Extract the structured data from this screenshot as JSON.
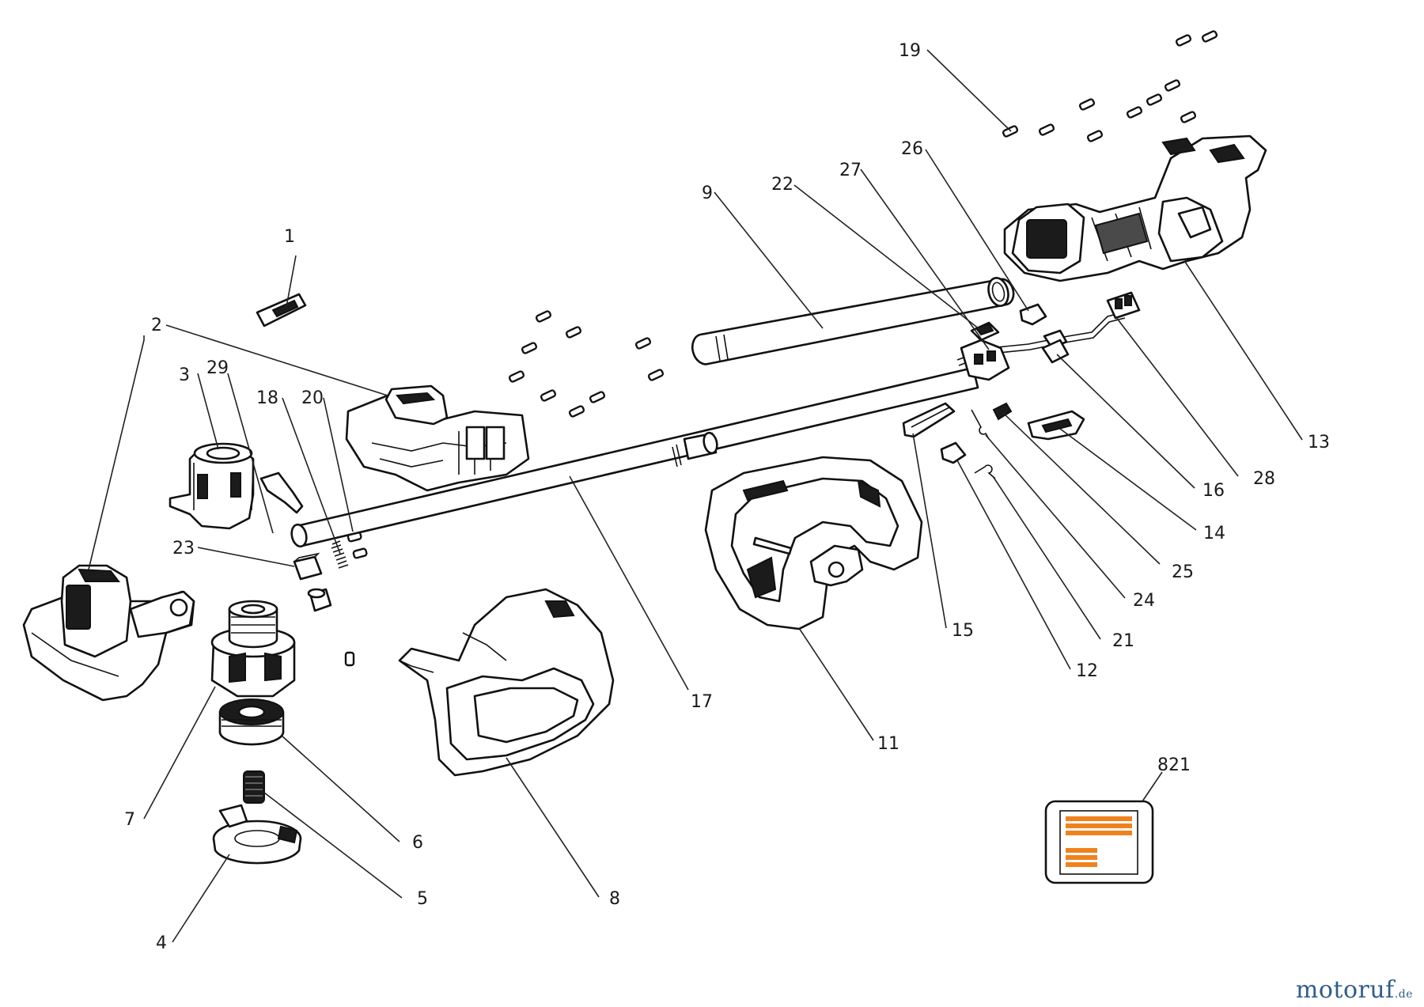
{
  "diagram": {
    "labels": [
      "1",
      "2",
      "3",
      "4",
      "5",
      "6",
      "7",
      "8",
      "9",
      "11",
      "12",
      "13",
      "14",
      "15",
      "16",
      "17",
      "18",
      "19",
      "20",
      "21",
      "22",
      "23",
      "24",
      "25",
      "26",
      "27",
      "28",
      "29",
      "821"
    ]
  },
  "logo": {
    "main": "motoruf",
    "suffix": ".de"
  }
}
